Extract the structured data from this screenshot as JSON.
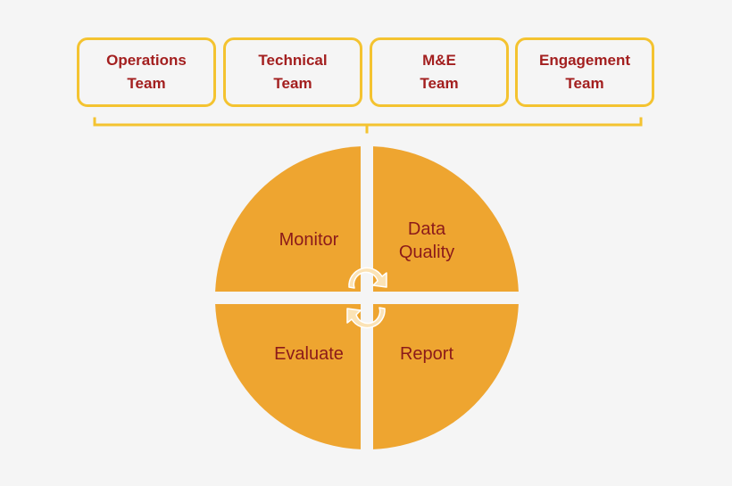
{
  "teams": [
    {
      "line1": "Operations",
      "line2": "Team"
    },
    {
      "line1": "Technical",
      "line2": "Team"
    },
    {
      "line1": "M&E",
      "line2": "Team"
    },
    {
      "line1": "Engagement",
      "line2": "Team"
    }
  ],
  "cycle": {
    "monitor": "Monitor",
    "data_quality_line1": "Data",
    "data_quality_line2": "Quality",
    "evaluate": "Evaluate",
    "report": "Report"
  },
  "colors": {
    "box_border": "#f4c330",
    "team_text": "#a31f1f",
    "quadrant_fill": "#eea530",
    "quadrant_text": "#8b1a1a",
    "background": "#f5f5f5"
  }
}
